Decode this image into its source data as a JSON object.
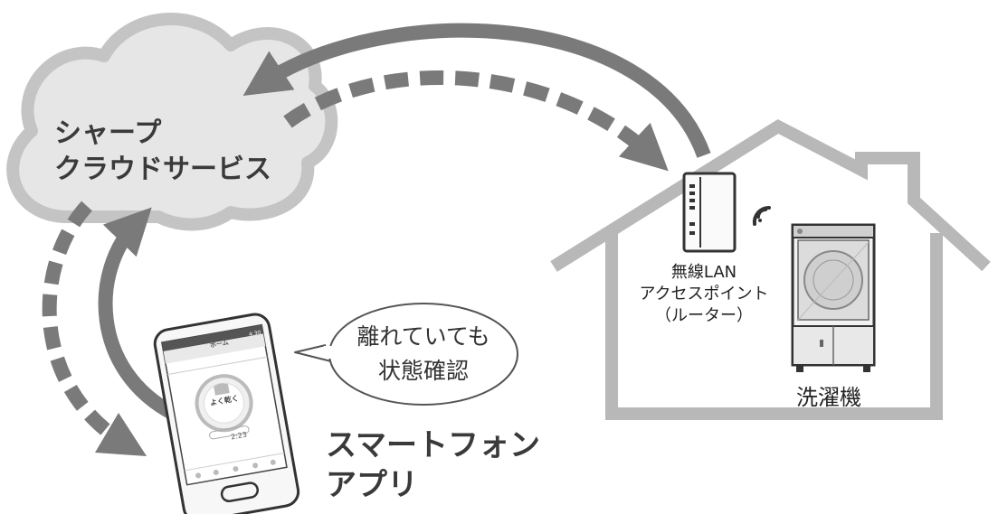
{
  "cloud": {
    "line1": "シャープ",
    "line2": "クラウドサービス"
  },
  "router": {
    "line1": "無線LAN",
    "line2": "アクセスポイント",
    "line3": "（ルーター）"
  },
  "washer": {
    "label": "洗濯機"
  },
  "bubble": {
    "line1": "離れていても",
    "line2": "状態確認"
  },
  "app": {
    "line1": "スマートフォン",
    "line2": "アプリ"
  },
  "phone_screen": {
    "title": "ホーム",
    "status_main": "よく乾く",
    "time_value": "2:23",
    "status_time": "4:30"
  },
  "colors": {
    "arrow": "#7a7a7a",
    "house": "#b8b8b8",
    "cloud_fill": "#e6e6e6",
    "cloud_outline": "#c4c4c4"
  }
}
